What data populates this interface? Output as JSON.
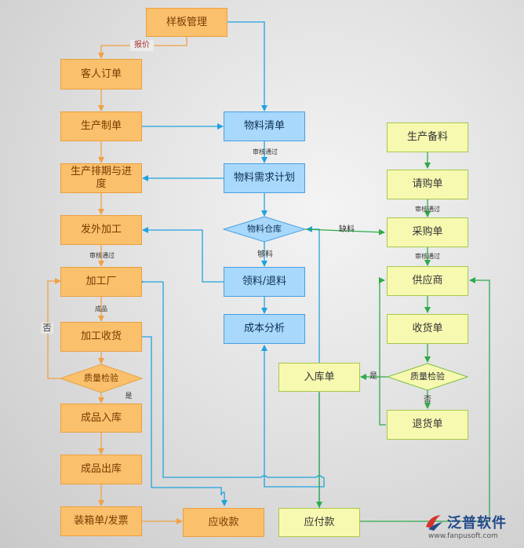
{
  "nodes": {
    "template_mgmt": "样板管理",
    "customer_order": "客人订单",
    "production_order": "生产制单",
    "scheduling": "生产排期与进度",
    "outsourcing": "发外加工",
    "processing_factory": "加工厂",
    "processing_receipt": "加工收货",
    "quality_check_left": "质量检验",
    "product_stock_in": "成品入库",
    "product_stock_out": "成品出库",
    "packing_invoice": "装箱单/发票",
    "receivable": "应收款",
    "material_list": "物料清单",
    "material_plan": "物料需求计划",
    "material_warehouse": "物料仓库",
    "issue_return": "领料/退料",
    "cost_analysis": "成本分析",
    "stock_in": "入库单",
    "payable": "应付款",
    "production_prep": "生产备料",
    "purchase_request": "请购单",
    "purchase_order": "采购单",
    "supplier": "供应商",
    "receipt": "收货单",
    "quality_check_right": "质量检验",
    "return_goods": "退货单"
  },
  "labels": {
    "quote": "报价",
    "approved_1": "审核通过",
    "approved_2": "审核通过",
    "approved_3": "审核通过",
    "approved_4": "审核通过",
    "finished": "成品",
    "no_left": "否",
    "yes_left": "是",
    "enough": "够料",
    "short": "缺料",
    "yes_right": "是",
    "no_right": "否"
  },
  "watermark": {
    "brand": "泛普软件",
    "url": "www.fanpusoft.com"
  },
  "colors": {
    "orange_fill": "#fbc06c",
    "orange_line": "#f0a046",
    "blue_fill": "#a8d8fb",
    "blue_line": "#1fa3e0",
    "yellow_fill": "#f7f9b1",
    "green_line": "#2eaa4a"
  }
}
